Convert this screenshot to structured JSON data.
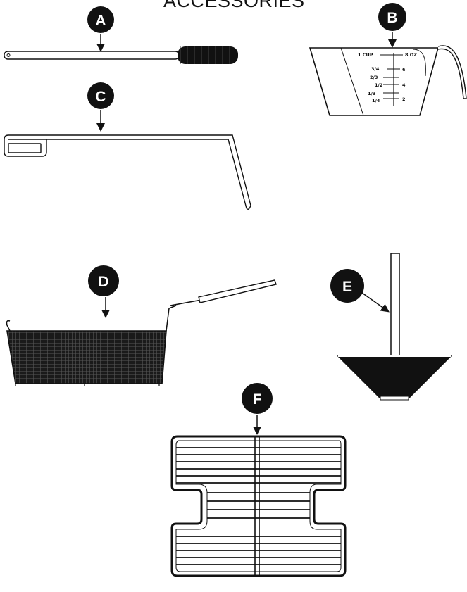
{
  "page": {
    "title": "ACCESSORIES"
  },
  "accessories": [
    {
      "label": "A",
      "item": "cleaning-brush"
    },
    {
      "label": "B",
      "item": "measuring-cup"
    },
    {
      "label": "C",
      "item": "basket-hanger-hook"
    },
    {
      "label": "D",
      "item": "fry-basket"
    },
    {
      "label": "E",
      "item": "drain-funnel"
    },
    {
      "label": "F",
      "item": "basket-support-rack"
    }
  ],
  "measuring_cup": {
    "left_marks": [
      "1 CUP",
      "3/4",
      "2/3",
      "1/2",
      "1/3",
      "1/4"
    ],
    "right_marks": [
      "8 OZ",
      "6",
      "4",
      "2"
    ]
  },
  "colors": {
    "ink": "#111111",
    "badge": "#111111",
    "badge_text": "#ffffff"
  }
}
